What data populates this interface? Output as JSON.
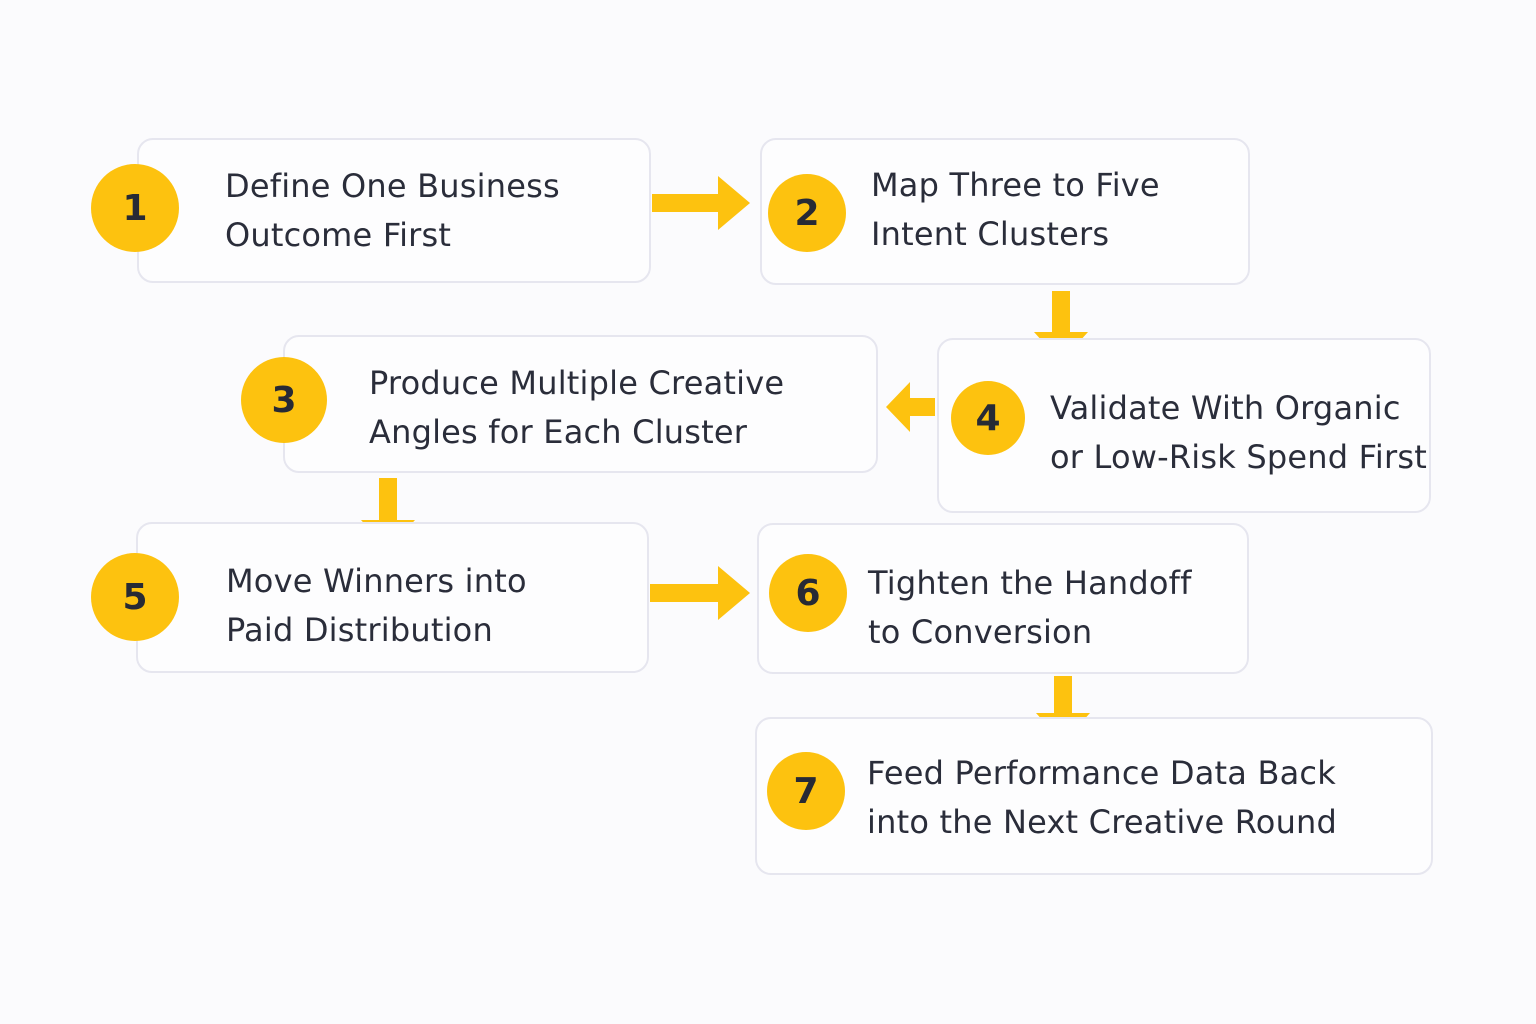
{
  "accent_color": "#fdc20f",
  "steps": [
    {
      "number": "1",
      "line1": "Define One Business",
      "line2": "Outcome First"
    },
    {
      "number": "2",
      "line1": "Map Three to Five",
      "line2": "Intent Clusters"
    },
    {
      "number": "3",
      "line1": "Produce Multiple Creative",
      "line2": "Angles for Each Cluster"
    },
    {
      "number": "4",
      "line1": "Validate With Organic",
      "line2": "or Low-Risk Spend First"
    },
    {
      "number": "5",
      "line1": "Move Winners into",
      "line2": "Paid Distribution"
    },
    {
      "number": "6",
      "line1": "Tighten the Handoff",
      "line2": "to Conversion"
    },
    {
      "number": "7",
      "line1": "Feed Performance Data Back",
      "line2": "into the Next Creative Round"
    }
  ]
}
